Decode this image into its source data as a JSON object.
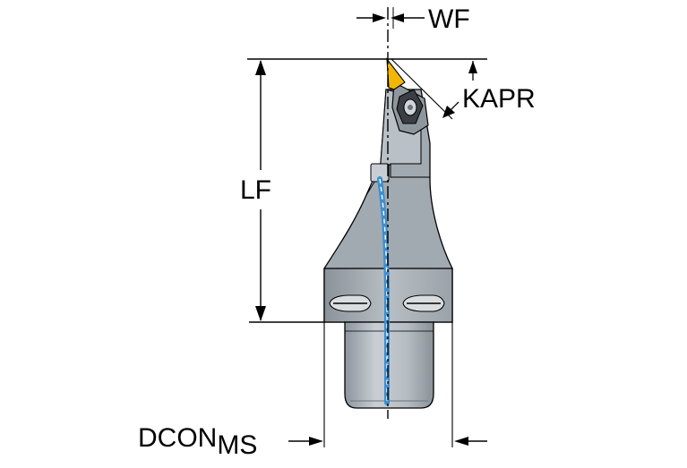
{
  "labels": {
    "wf": "WF",
    "kapr": "KAPR",
    "lf": "LF",
    "dcon_main": "DCON",
    "dcon_sub": "MS"
  },
  "colors": {
    "body_gray": "#9ea6ae",
    "body_light": "#c3c9cf",
    "body_dark": "#7b838b",
    "insert_yellow": "#f2b705",
    "coolant_blue": "#3d8fd0",
    "line_black": "#000000"
  }
}
